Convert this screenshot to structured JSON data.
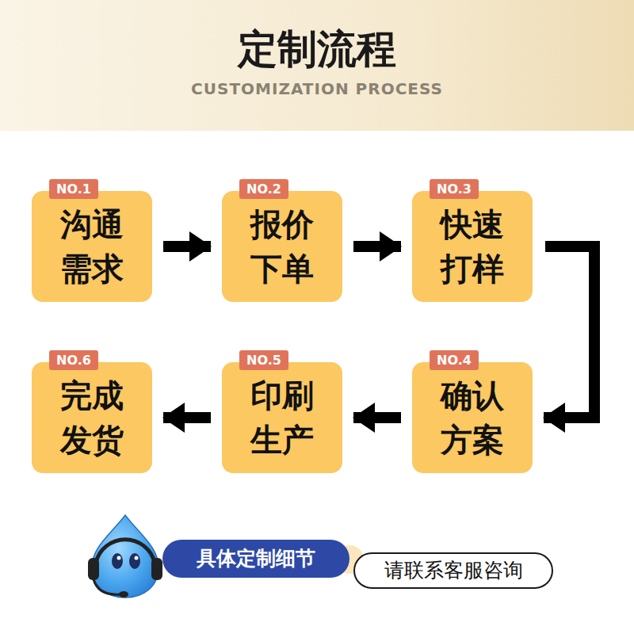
{
  "diagram": {
    "title": "定制流程",
    "nodes": [
      {
        "text": [
          "NO.1",
          "沟通 需求"
        ]
      },
      {
        "text": [
          "NO.2",
          "报价 下单"
        ]
      },
      {
        "text": [
          "NO.3",
          "快速 打样"
        ]
      },
      {
        "text": [
          "NO.4",
          "确认 方案"
        ]
      },
      {
        "text": [
          "NO.5",
          "印刷 生产"
        ]
      },
      {
        "text": [
          "NO.6",
          "完成 发货"
        ]
      },
      {
        "text": [
          "具体定制细节"
        ]
      },
      {
        "text": [
          "请联系客服咨询"
        ]
      }
    ],
    "edges": [
      {
        "from": 0,
        "to": 1,
        "arrow": "to"
      },
      {
        "from": 1,
        "to": 2,
        "arrow": "to"
      },
      {
        "from": 2,
        "to": 3,
        "arrow": "to"
      },
      {
        "from": 3,
        "to": 4,
        "arrow": "to"
      },
      {
        "from": 4,
        "to": 5,
        "arrow": "to"
      }
    ],
    "labels": [
      "CUSTOMIZATION PROCESS"
    ]
  }
}
